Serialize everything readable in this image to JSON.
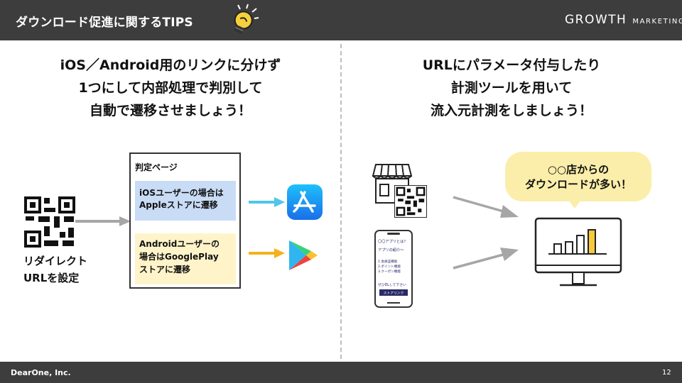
{
  "header": {
    "title": "ダウンロード促進に関するTIPS",
    "brand_main": "GROWTH",
    "brand_sub": "MARKETING"
  },
  "left": {
    "headline_lines": [
      "iOS／Android用のリンクに分けず",
      "1つにして内部処理で判別して",
      "自動で遷移させましょう！"
    ],
    "qr_label_lines": [
      "リダイレクト",
      "URLを設定"
    ],
    "judge_title": "判定ページ",
    "ios_text_lines": [
      "iOSユーザーの場合は",
      "Appleストアに遷移"
    ],
    "android_text_lines": [
      "Androidユーザーの",
      "場合はGooglePlay",
      "ストアに遷移"
    ]
  },
  "right": {
    "headline_lines": [
      "URLにパラメータ付与したり",
      "計測ツールを用いて",
      "流入元計測をしましょう！"
    ],
    "bubble_lines": [
      "○○店からの",
      "ダウンロードが多い！"
    ],
    "phone_lines": [
      "〇〇アプリとは？",
      "アプリの紹介〜",
      "1.会員証機能",
      "2.ポイント機能",
      "3.クーポン機能",
      "ぜひDLして下さい",
      "ストアリンク"
    ],
    "monitor_bars": [
      0.4,
      0.5,
      0.75,
      1.0
    ]
  },
  "colors": {
    "header_bg": "#3d3d3d",
    "ios_box": "#c9dcf6",
    "android_box": "#fff4c9",
    "ios_arrow": "#4fc6ea",
    "android_arrow": "#f5b21a",
    "highlight_bar": "#f7c93b",
    "bubble": "#fbeeaa"
  },
  "footer": {
    "company": "DearOne, Inc.",
    "page_number": "12"
  }
}
